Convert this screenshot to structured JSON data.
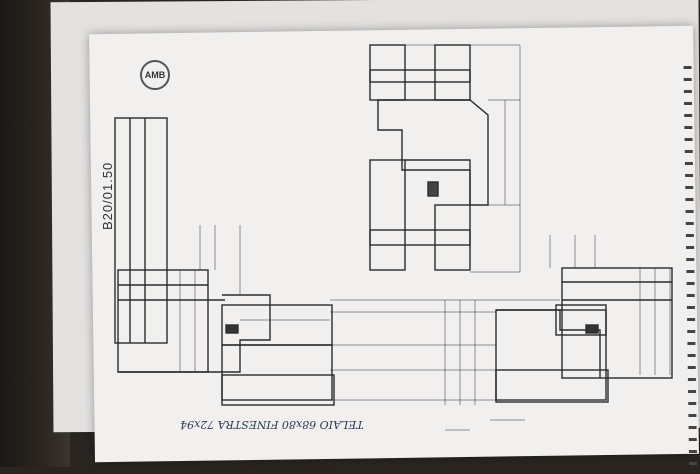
{
  "photo": {
    "subject": "technical drawing sheet of window frame profiles photographed on a desk",
    "colors": {
      "background": "#2a2520",
      "paper": "#f1f0ef",
      "ink": "#2b2b2b",
      "pencil": "#2c3a55"
    }
  },
  "title_block": {
    "logo_text": "AMB",
    "drawing_code": "B20/01.50"
  },
  "handwriting": {
    "note": "TELAIO 68x80 FINESTRA 72x94"
  }
}
